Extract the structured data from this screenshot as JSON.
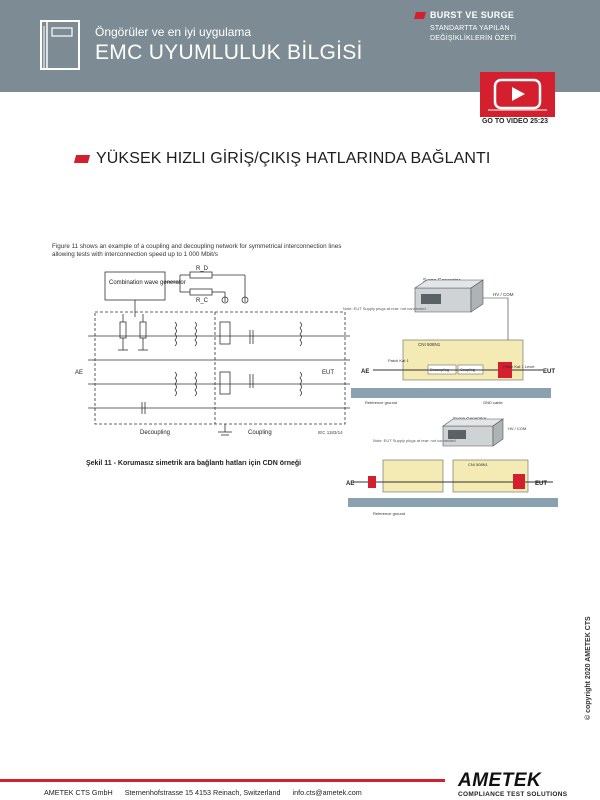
{
  "header": {
    "subtitle": "Öngörüler ve en iyi uygulama",
    "title": "EMC UYUMLULUK BİLGİSİ"
  },
  "topic": {
    "title": "BURST VE SURGE",
    "subtitle": "STANDARTTA YAPILAN DEĞİŞİKLİKLERİN ÖZETİ"
  },
  "video": {
    "label": "GO TO VIDEO 25:23"
  },
  "section": {
    "title": "YÜKSEK HIZLI GİRİŞ/ÇIKIŞ HATLARINDA BAĞLANTI"
  },
  "figure": {
    "text": "Figure 11 shows an example of a coupling and decoupling network for symmetrical interconnection lines allowing tests with interconnection speed up to 1 000 Mbit/s",
    "labels": {
      "generator": "Combination wave generator",
      "rd": "R_D",
      "rc": "R_C",
      "ae": "AE",
      "eut": "EUT",
      "decoupling": "Decoupling",
      "coupling": "Coupling",
      "iec": "IEC 1183/14"
    },
    "caption": "Şekil 11 - Korumasız simetrik ara bağlantı hatları için CDN örneği"
  },
  "setup": {
    "surge_generator": "Surge Generator",
    "note": "Note: EUT Supply plugs at rear: not connected",
    "hv_com": "HV / COM",
    "cdn": "CNI 508N1",
    "patch1": "Patch Kat 1",
    "patch2": "Patch Kat 1 Level",
    "ae": "AE",
    "eut": "EUT",
    "decoupling": "Decoupling",
    "coupling": "Coupling",
    "reference": "Reference ground",
    "gnd": "GND cable"
  },
  "copyright": "© copyright 2020 AMETEK CTS",
  "footer": {
    "company": "AMETEK CTS GmbH",
    "address": "Sternenhofstrasse 15  4153 Reinach,  Switzerland",
    "email": "info.cts@ametek.com"
  },
  "logo": {
    "word": "AMETEK",
    "tagline": "COMPLIANCE TEST SOLUTIONS"
  },
  "colors": {
    "header": "#7d8c94",
    "accent": "#d31f2e"
  }
}
